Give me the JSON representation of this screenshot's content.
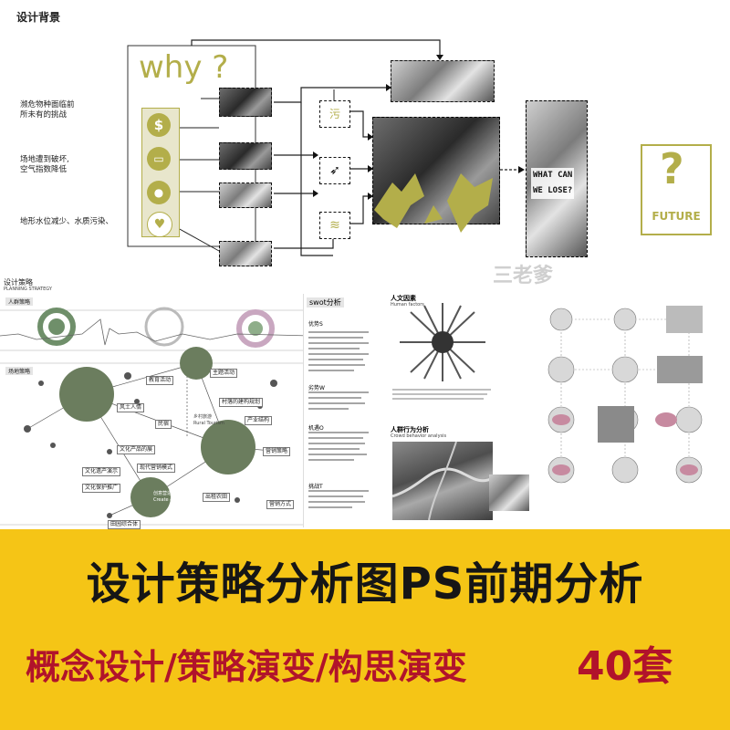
{
  "top": {
    "section_title": "设计背景",
    "why_text": "why ?",
    "challenges": [
      "濒危物种面临前\n所未有的挑战",
      "场地遭到破坏,\n空气指数降低",
      "地形水位减少、水质污染、"
    ],
    "what_can_we_lose": "WHAT CAN\nWE LOSE?",
    "future_label": "FUTURE",
    "future_icon": "question-mark",
    "watermark": "三老爹"
  },
  "middle": {
    "left_title": "设计策略",
    "left_subtitle": "PLANNING STRATEGY",
    "left_section_a": "人群策略",
    "left_section_b": "场地策略",
    "swot_title": "swot分析",
    "swot_items": [
      "优势S",
      "劣势W",
      "机遇O",
      "挑战T"
    ],
    "left_nodes": [
      "教育活动",
      "主题活动",
      "村落的建构规划",
      "风土人情",
      "文化产品的展",
      "民宿",
      "乡村旅游\nRural Tourism",
      "产业结构",
      "营销策略",
      "现代营销模式",
      "文化遗产演示",
      "文化保护推广",
      "创意营造\nCreate & Assist",
      "出租农田",
      "营销方式",
      "田园综合体"
    ],
    "right_title": "人文因素",
    "right_subtitle": "Human factors",
    "crowd_title": "人群行为分析",
    "crowd_subtitle": "Crowd behavior analysis"
  },
  "banner": {
    "headline": "设计策略分析图PS前期分析",
    "subline": "概念设计/策略演变/构思演变",
    "count": "40套",
    "background_color": "#f5c516",
    "accent_color": "#b1132b"
  }
}
